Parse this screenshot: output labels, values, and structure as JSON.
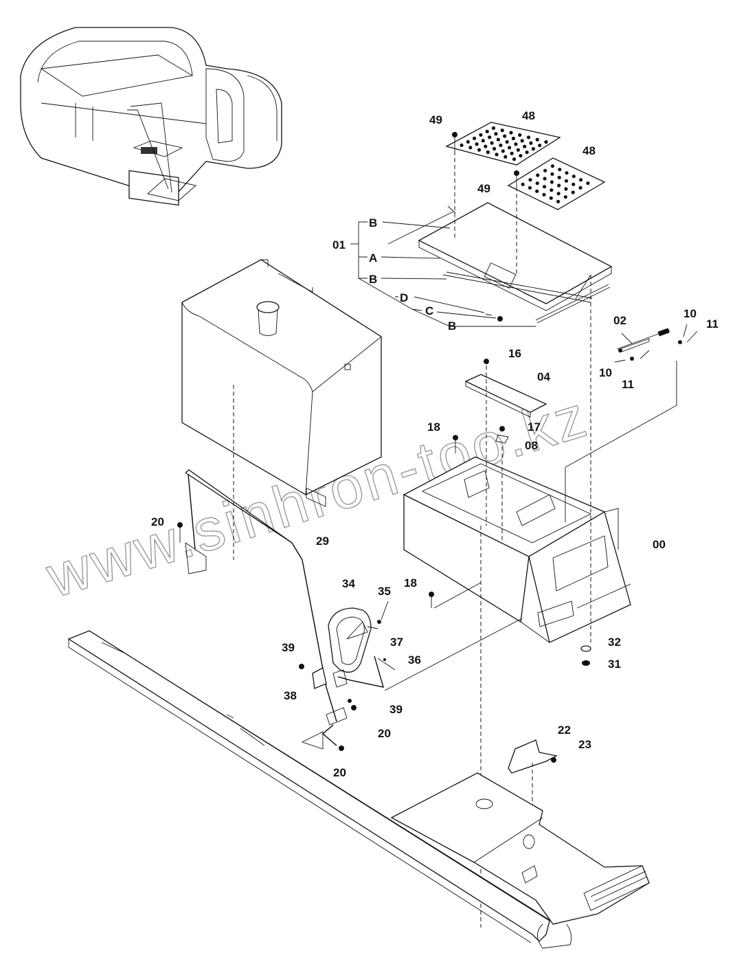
{
  "watermark": "www.sinhron-too.kz",
  "callouts": [
    {
      "id": "c49a",
      "text": "49"
    },
    {
      "id": "c48a",
      "text": "48"
    },
    {
      "id": "c48b",
      "text": "48"
    },
    {
      "id": "c49b",
      "text": "49"
    },
    {
      "id": "c01",
      "text": "01"
    },
    {
      "id": "cB1",
      "text": "B"
    },
    {
      "id": "cA",
      "text": "A"
    },
    {
      "id": "cB2",
      "text": "B"
    },
    {
      "id": "cD",
      "text": "D"
    },
    {
      "id": "cC",
      "text": "C"
    },
    {
      "id": "cB3",
      "text": "B"
    },
    {
      "id": "c02",
      "text": "02"
    },
    {
      "id": "c10a",
      "text": "10"
    },
    {
      "id": "c11a",
      "text": "11"
    },
    {
      "id": "c10b",
      "text": "10"
    },
    {
      "id": "c11b",
      "text": "11"
    },
    {
      "id": "c16",
      "text": "16"
    },
    {
      "id": "c04",
      "text": "04"
    },
    {
      "id": "c18a",
      "text": "18"
    },
    {
      "id": "c17",
      "text": "17"
    },
    {
      "id": "c08",
      "text": "08"
    },
    {
      "id": "c00",
      "text": "00"
    },
    {
      "id": "c20a",
      "text": "20"
    },
    {
      "id": "c29",
      "text": "29"
    },
    {
      "id": "c34",
      "text": "34"
    },
    {
      "id": "c35",
      "text": "35"
    },
    {
      "id": "c18b",
      "text": "18"
    },
    {
      "id": "c32",
      "text": "32"
    },
    {
      "id": "c31",
      "text": "31"
    },
    {
      "id": "c37",
      "text": "37"
    },
    {
      "id": "c36",
      "text": "36"
    },
    {
      "id": "c39a",
      "text": "39"
    },
    {
      "id": "c38",
      "text": "38"
    },
    {
      "id": "c39b",
      "text": "39"
    },
    {
      "id": "c20b",
      "text": "20"
    },
    {
      "id": "c20c",
      "text": "20"
    },
    {
      "id": "c22",
      "text": "22"
    },
    {
      "id": "c23",
      "text": "23"
    }
  ]
}
